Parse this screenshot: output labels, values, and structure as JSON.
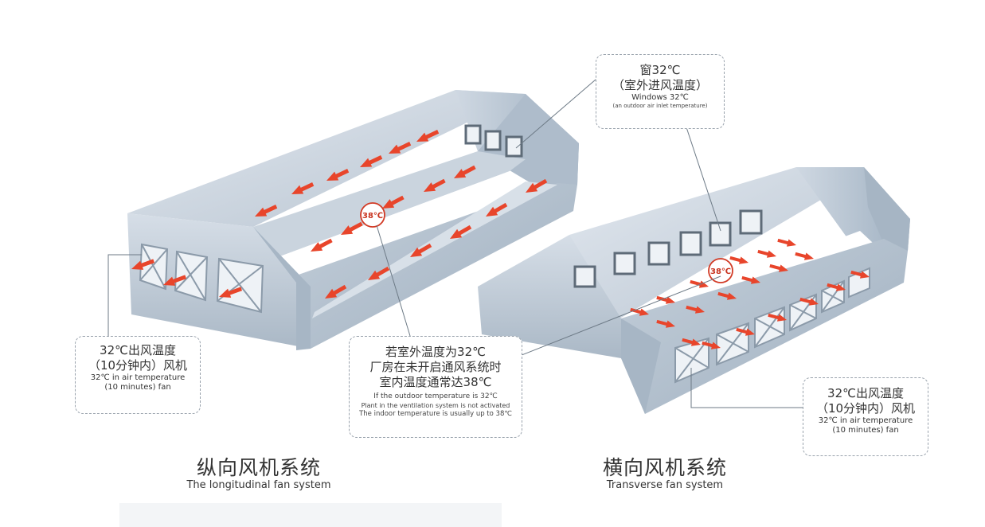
{
  "systems": {
    "longitudinal": {
      "title_cn": "纵向风机系统",
      "title_en": "The longitudinal fan system",
      "temp_badge": "38℃",
      "outlet_callout": {
        "cn1": "32℃出风温度",
        "cn2": "（10分钟内）风机",
        "en1": "32℃ in air temperature",
        "en2": "(10 minutes) fan"
      },
      "indoor_callout": {
        "cn1": "若室外温度为32℃",
        "cn2": "厂房在未开启通风系统时",
        "cn3": "室内温度通常达38℃",
        "en1": "If the outdoor temperature is 32℃",
        "en2": "Plant in the ventilation system is not activated",
        "en3": "The indoor temperature is usually up to 38℃"
      }
    },
    "transverse": {
      "title_cn": "横向风机系统",
      "title_en": "Transverse fan system",
      "temp_badge": "38℃",
      "window_callout": {
        "cn1": "窗32℃",
        "cn2": "（室外进风温度）",
        "en1": "Windows 32℃",
        "en2": "(an outdoor air inlet temperature)"
      },
      "outlet_callout": {
        "cn1": "32℃出风温度",
        "cn2": "（10分钟内）风机",
        "en1": "32℃ in air temperature",
        "en2": "(10 minutes) fan"
      }
    }
  },
  "colors": {
    "building_wall": "#b9c6d3",
    "building_dark": "#97a7b6",
    "floor": "#ffffff",
    "arrow": "#e8452b",
    "badge": "#d23a25",
    "leader_line": "#6d7a86"
  }
}
